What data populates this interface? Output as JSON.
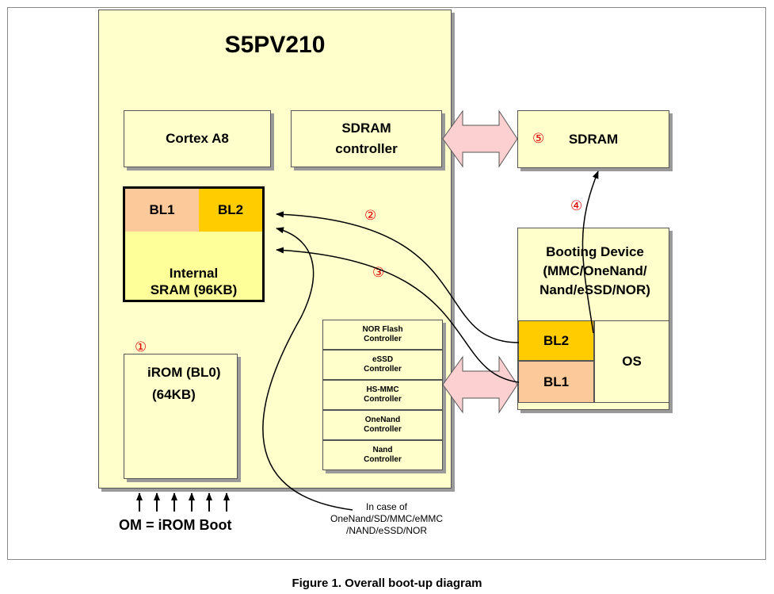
{
  "chip": {
    "title": "S5PV210"
  },
  "cpu": {
    "label": "Cortex A8"
  },
  "sdram_controller": {
    "label": "SDRAM\ncontroller"
  },
  "sram": {
    "bl1": "BL1",
    "bl2": "BL2",
    "label": "Internal\nSRAM (96KB)"
  },
  "irom": {
    "number": "①",
    "label": "iROM (BL0)",
    "size": "(64KB)"
  },
  "controllers": [
    "NOR Flash\nController",
    "eSSD\nController",
    "HS-MMC\nController",
    "OneNand\nController",
    "Nand\nController"
  ],
  "sdram": {
    "number": "⑤",
    "label": "SDRAM"
  },
  "booting_device": {
    "label": "Booting Device\n(MMC/OneNand/\nNand/eSSD/NOR)",
    "bl2": "BL2",
    "bl1": "BL1",
    "os": "OS"
  },
  "steps": {
    "two": "②",
    "three": "③",
    "four": "④"
  },
  "om": {
    "label": "OM = iROM Boot"
  },
  "note": {
    "text": "In case of\nOneNand/SD/MMC/eMMC\n/NAND/eSSD/NOR"
  },
  "caption": {
    "text": "Figure 1. Overall boot-up diagram"
  },
  "colors": {
    "box_fill": "#ffffcc",
    "bl1_fill": "#fcc99a",
    "bl2_fill": "#ffcc00",
    "bus_arrow": "#fcd0d0",
    "step_number": "#e00000"
  }
}
